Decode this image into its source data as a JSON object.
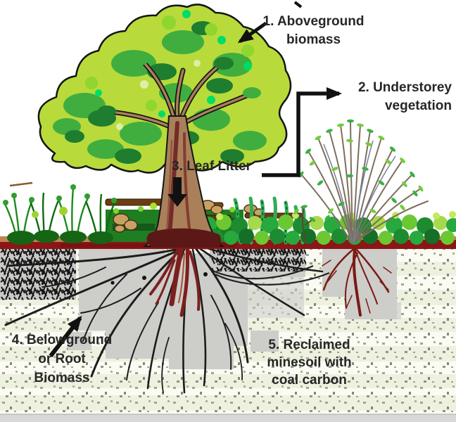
{
  "figure": {
    "labels": {
      "aboveground": {
        "lines": [
          "1. Aboveground",
          "biomass"
        ]
      },
      "understorey": {
        "lines": [
          "2. Understorey",
          "vegetation"
        ]
      },
      "leaf_litter": {
        "lines": [
          "3. Leaf Litter"
        ]
      },
      "belowground": {
        "lines": [
          "4. Belowground",
          "or Root",
          "Biomass"
        ]
      },
      "minesoil": {
        "lines": [
          "5. Reclaimed",
          "minesoil with",
          "coal carbon"
        ]
      }
    },
    "icons": [
      "arrow-to-canopy-icon",
      "elbow-arrow-understorey-icon",
      "down-arrow-leaf-litter-icon",
      "arrow-to-roots-icon"
    ],
    "palette": {
      "canopy_light": "#b8da3b",
      "canopy_mid": "#3fae3f",
      "canopy_dark": "#1e7d2f",
      "canopy_bright": "#00dd66",
      "trunk_brown": "#a9805a",
      "trunk_shadow": "#6e2222",
      "ground_line_red": "#8c1616",
      "ground_line_tan": "#bf8352",
      "litter_green": "#1f7d22",
      "log_brown": "#6b3d12",
      "rock_tan": "#c9a263",
      "soil_background": "#fbfbf4",
      "soil_band_green": "#e7ecd3",
      "soil_speckle": "#7d8f74",
      "soil_patch_gray": "#cdcdca",
      "root_black": "#1c1c1c",
      "root_maroon": "#7c1f1f",
      "shrub_root_red": "#7a1a12",
      "label_text": "#262626"
    }
  }
}
